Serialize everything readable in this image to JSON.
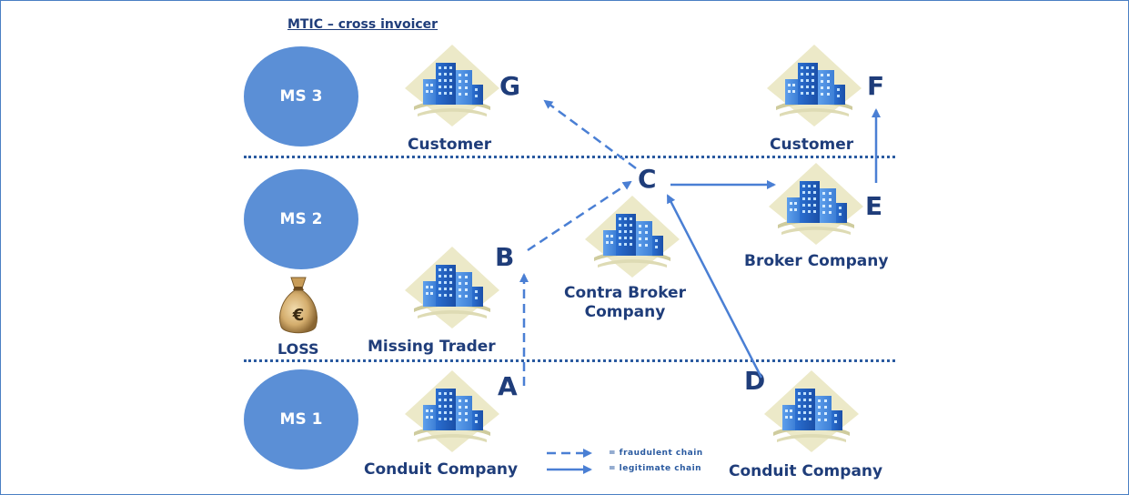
{
  "title": "MTIC – cross invoicer",
  "member_states": [
    {
      "id": "ms3",
      "label": "MS 3"
    },
    {
      "id": "ms2",
      "label": "MS 2"
    },
    {
      "id": "ms1",
      "label": "MS 1"
    }
  ],
  "nodes": {
    "G": {
      "letter": "G",
      "label": "Customer"
    },
    "F": {
      "letter": "F",
      "label": "Customer"
    },
    "C": {
      "letter": "C",
      "label_line1": "Contra Broker",
      "label_line2": "Company"
    },
    "E": {
      "letter": "E",
      "label": "Broker Company"
    },
    "B": {
      "letter": "B",
      "label": "Missing Trader"
    },
    "A": {
      "letter": "A",
      "label": "Conduit Company"
    },
    "D": {
      "letter": "D",
      "label": "Conduit Company"
    }
  },
  "loss": {
    "label": "LOSS",
    "currency_symbol": "€"
  },
  "legend": {
    "fraudulent": "= fraudulent chain",
    "legitimate": "= legitimate chain"
  },
  "colors": {
    "circle": "#5b8fd6",
    "text": "#1f3d7a",
    "arrow": "#4a7fd4",
    "divider": "#2a5aa0"
  }
}
